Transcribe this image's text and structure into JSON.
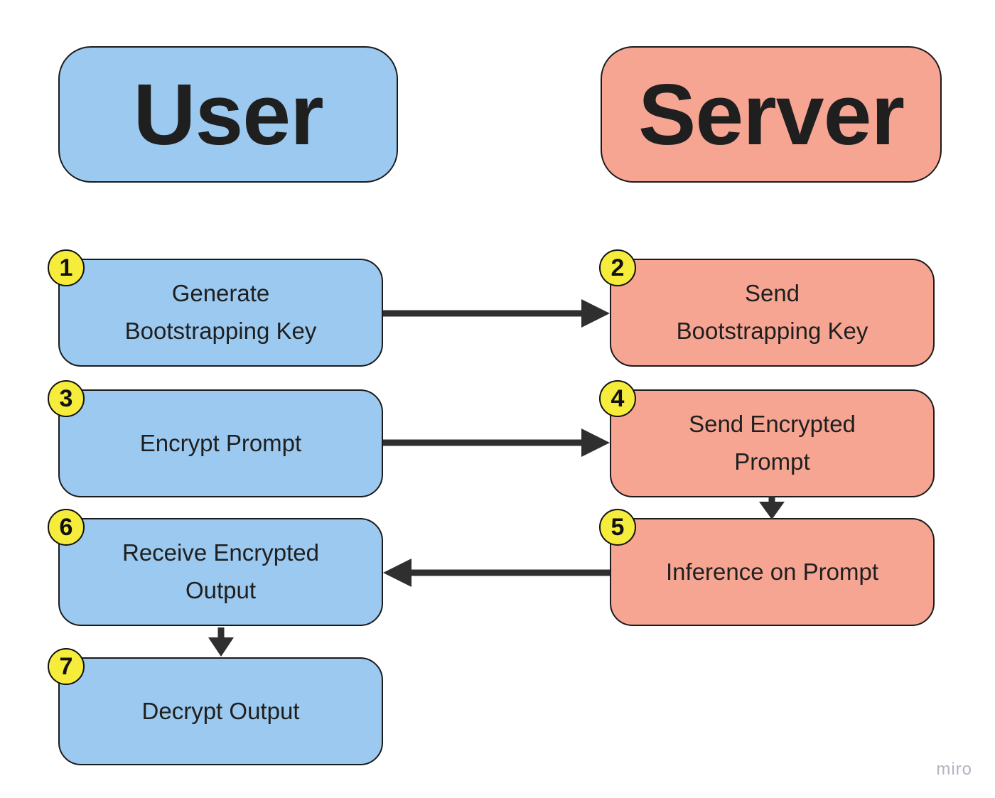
{
  "diagram": {
    "headers": {
      "user": "User",
      "server": "Server"
    },
    "steps": [
      {
        "num": "1",
        "label": "Generate\nBootstrapping Key",
        "actor": "user"
      },
      {
        "num": "2",
        "label": "Send\nBootstrapping Key",
        "actor": "server"
      },
      {
        "num": "3",
        "label": "Encrypt Prompt",
        "actor": "user"
      },
      {
        "num": "4",
        "label": "Send Encrypted\nPrompt",
        "actor": "server"
      },
      {
        "num": "5",
        "label": "Inference on Prompt",
        "actor": "server"
      },
      {
        "num": "6",
        "label": "Receive Encrypted\nOutput",
        "actor": "user"
      },
      {
        "num": "7",
        "label": "Decrypt Output",
        "actor": "user"
      }
    ],
    "arrows": [
      {
        "from": "1",
        "to": "2",
        "direction": "right"
      },
      {
        "from": "3",
        "to": "4",
        "direction": "right"
      },
      {
        "from": "4",
        "to": "5",
        "direction": "down"
      },
      {
        "from": "5",
        "to": "6",
        "direction": "left"
      },
      {
        "from": "6",
        "to": "7",
        "direction": "down"
      }
    ],
    "watermark": "miro",
    "colors": {
      "user_fill": "#9CC9EF",
      "server_fill": "#F6A593",
      "badge_fill": "#F6EC3B",
      "box_border": "#1B1B1B",
      "arrow": "#2F2F2F",
      "text": "#1F1F1F",
      "watermark": "#B2B4C2"
    }
  }
}
